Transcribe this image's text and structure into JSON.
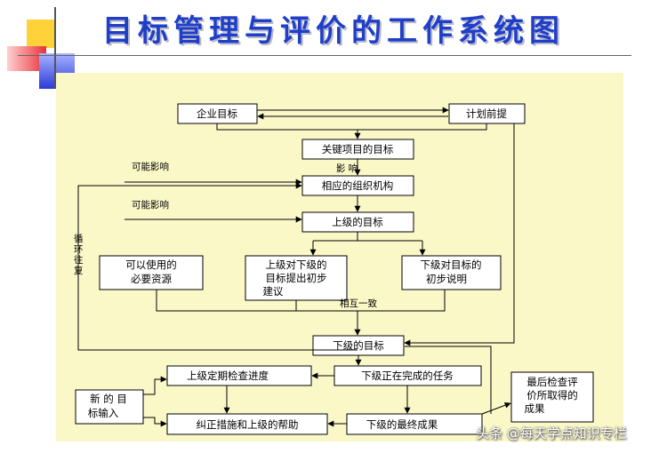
{
  "title": "目标管理与评价的工作系统图",
  "boxes": {
    "enterprise_goal": "企业目标",
    "plan_premise": "计划前提",
    "key_project_goal": "关键项目的目标",
    "org_structure": "相应的组织机构",
    "superior_goal": "上级的目标",
    "available_resources": [
      "可以使用的",
      "必要资源"
    ],
    "superior_proposal": [
      "上级对下级的",
      "目标提出初步",
      "建议"
    ],
    "subordinate_explain": [
      "下级对目标的",
      "初步说明"
    ],
    "subordinate_goal": "下级的目标",
    "periodic_check": "上级定期检查进度",
    "tasks_in_progress": "下级正在完成的任务",
    "new_goal_input": [
      "新 的 目",
      "标输入"
    ],
    "corrective_help": "纠正措施和上级的帮助",
    "final_results": "下级的最终成果",
    "final_check": [
      "最后检查评",
      "价所取得的",
      "成果"
    ]
  },
  "labels": {
    "influence": "影  响",
    "possible_influence_1": "可能影响",
    "possible_influence_2": "可能影响",
    "mutual_agreement": "相互一致",
    "cycle": [
      "循",
      "环",
      "往",
      "复"
    ]
  },
  "watermark": "头条 @每天学点知识专栏",
  "colors": {
    "title": "#1f3fc8",
    "panel": "#fbf8c8"
  }
}
